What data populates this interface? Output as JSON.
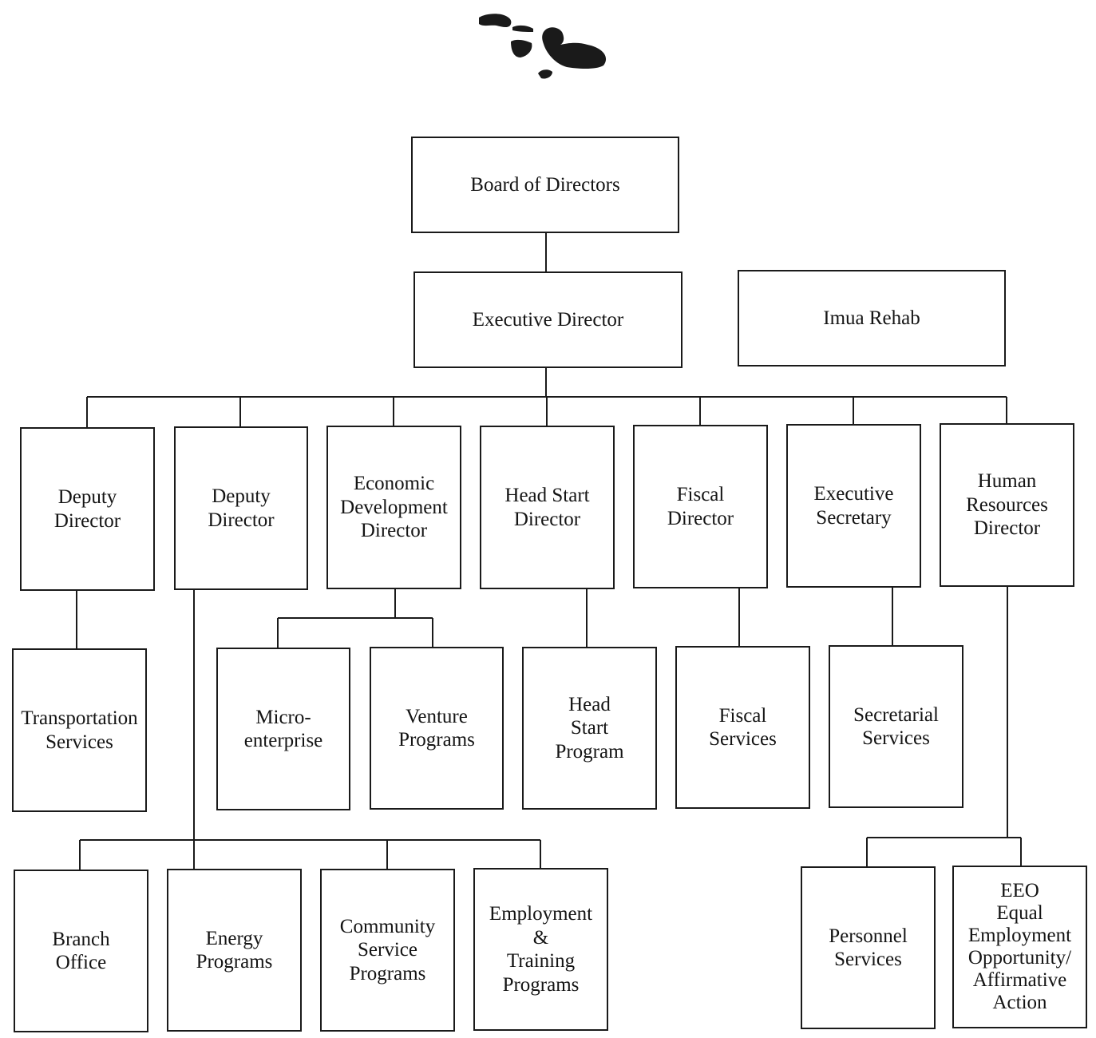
{
  "logo": {
    "icon": "hawaiian-islands-logo",
    "color": "#1a1a1a"
  },
  "nodes": {
    "board": "Board of Directors",
    "executive_director": "Executive Director",
    "imua_rehab": "Imua Rehab",
    "deputy_director_1": "Deputy\nDirector",
    "deputy_director_2": "Deputy\nDirector",
    "economic_development_director": "Economic\nDevelopment\nDirector",
    "head_start_director": "Head Start\nDirector",
    "fiscal_director": "Fiscal\nDirector",
    "executive_secretary": "Executive\nSecretary",
    "human_resources_director": "Human\nResources\nDirector",
    "transportation_services": "Transportation\nServices",
    "microenterprise": "Micro-\nenterprise",
    "venture_programs": "Venture\nPrograms",
    "head_start_program": "Head\nStart\nProgram",
    "fiscal_services": "Fiscal\nServices",
    "secretarial_services": "Secretarial\nServices",
    "branch_office": "Branch\nOffice",
    "energy_programs": "Energy\nPrograms",
    "community_service_programs": "Community\nService\nPrograms",
    "employment_training_programs": "Employment\n&\nTraining\nPrograms",
    "personnel_services": "Personnel\nServices",
    "eeo": "EEO\nEqual\nEmployment\nOpportunity/\nAffirmative\nAction"
  }
}
